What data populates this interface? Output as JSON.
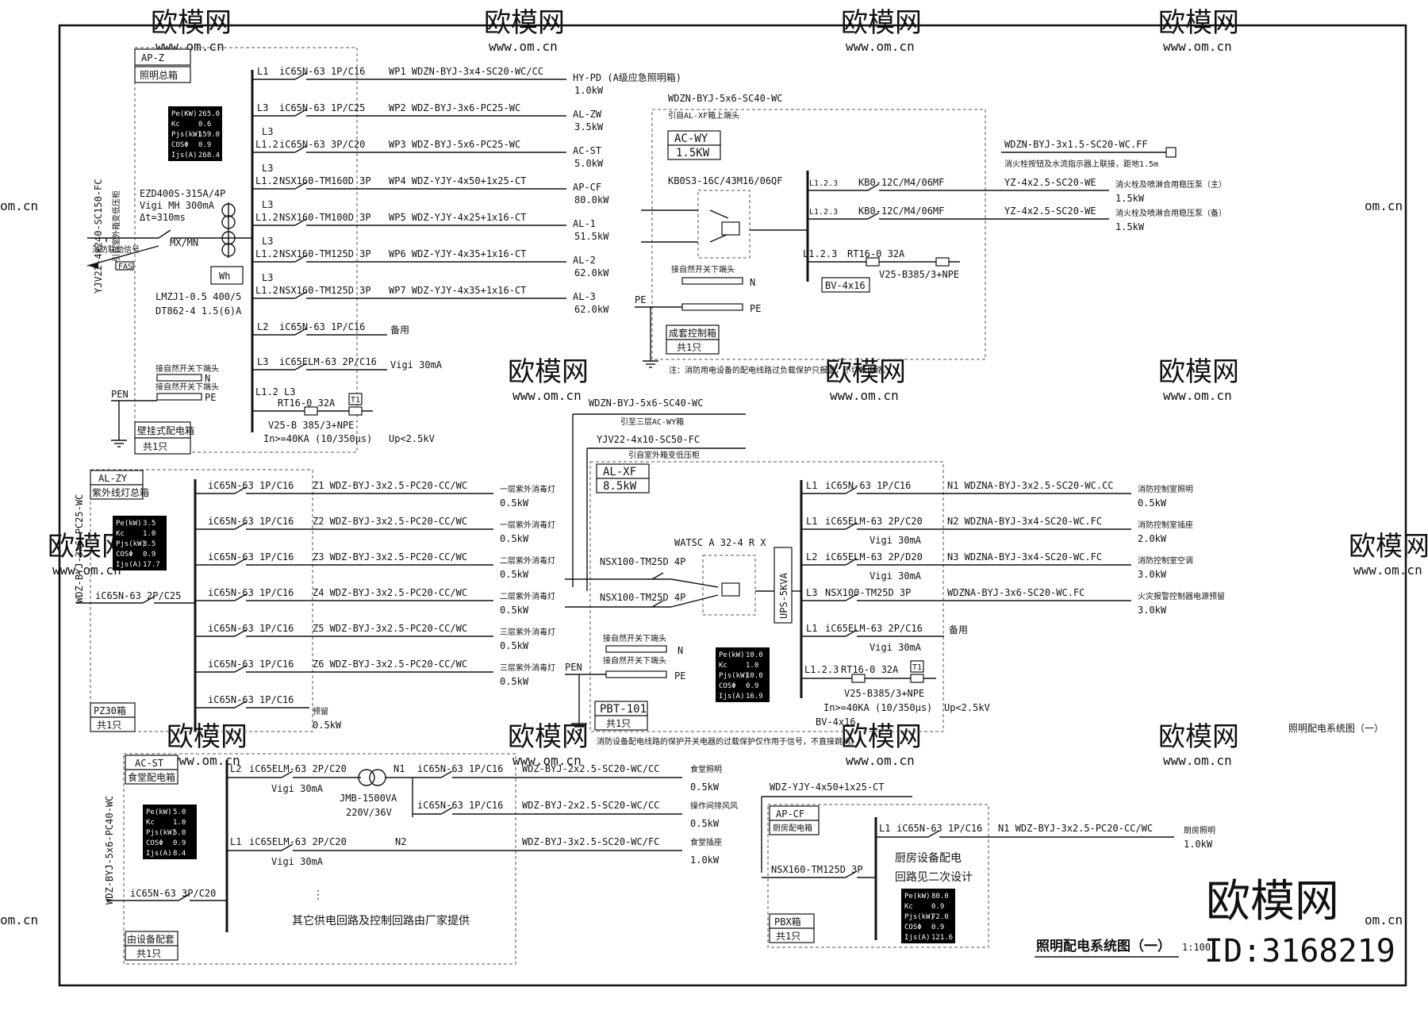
{
  "watermark": {
    "brand": "欧模网",
    "url": "www.om.cn",
    "url_short": "om.cn"
  },
  "logo": {
    "brand": "欧模网",
    "id": "ID:3168219"
  },
  "title_block": {
    "title": "照明配电系统图（一）",
    "scale": "1:100",
    "small_title": "照明配电系统图（一）"
  },
  "apz": {
    "code": "AP-Z",
    "name": "照明总箱",
    "incoming_cable": "YJV22-4x240-SC150-FC",
    "incoming_note": "引自室外箱变低压柜",
    "params": [
      [
        "Pe(KW)",
        "265.0"
      ],
      [
        "Kc",
        "0.6"
      ],
      [
        "Pjs(kW)",
        "159.0"
      ],
      [
        "COSΦ",
        "0.9"
      ],
      [
        "Ijs(A)",
        "268.4"
      ]
    ],
    "main_breaker": "EZD400S-315A/4P",
    "rcd": "Vigi MH 300mA",
    "delay": "Δt=310ms",
    "mxmn": "MX/MN",
    "wh": "Wh",
    "ct": "LMZJ1-0.5 400/5",
    "meter": "DT862-4 1.5(6)A",
    "fire_signal": "消防联动信号",
    "fas": "FAS",
    "n_term": "接自然开关下端头",
    "pe_term": "接自然开关下端头",
    "pen": "PEN",
    "n": "N",
    "pe": "PE",
    "box_note": "壁挂式配电箱",
    "qty": "共1只",
    "circuits": [
      {
        "phase": "L1",
        "breaker": "iC65N-63 1P/C16",
        "cable": "WP1 WDZN-BYJ-3x4-SC20-WC/CC",
        "dest": "HY-PD (A级应急照明箱)",
        "load": "1.0kW"
      },
      {
        "phase": "L3",
        "breaker": "iC65N-63 1P/C25",
        "cable": "WP2 WDZ-BYJ-3x6-PC25-WC",
        "dest": "AL-ZW",
        "load": "3.5kW"
      },
      {
        "phase": "L1.2 L3",
        "breaker": "iC65N-63 3P/C20",
        "cable": "WP3 WDZ-BYJ-5x6-PC25-WC",
        "dest": "AC-ST",
        "load": "5.0kW"
      },
      {
        "phase": "L1.2 L3",
        "breaker": "NSX160-TM160D 3P",
        "cable": "WP4 WDZ-YJY-4x50+1x25-CT",
        "dest": "AP-CF",
        "load": "80.0kW"
      },
      {
        "phase": "L1.2 L3",
        "breaker": "NSX160-TM100D 3P",
        "cable": "WP5 WDZ-YJY-4x25+1x16-CT",
        "dest": "AL-1",
        "load": "51.5kW"
      },
      {
        "phase": "L1.2 L3",
        "breaker": "NSX160-TM125D 3P",
        "cable": "WP6 WDZ-YJY-4x35+1x16-CT",
        "dest": "AL-2",
        "load": "62.0kW"
      },
      {
        "phase": "L1.2 L3",
        "breaker": "NSX160-TM125D 3P",
        "cable": "WP7 WDZ-YJY-4x35+1x16-CT",
        "dest": "AL-3",
        "load": "62.0kW"
      },
      {
        "phase": "L2",
        "breaker": "iC65N-63 1P/C16",
        "cable": "",
        "dest": "备用",
        "load": ""
      },
      {
        "phase": "L3",
        "breaker": "iC65ELM-63 2P/C16",
        "cable": "",
        "dest": "Vigi 30mA",
        "load": ""
      }
    ],
    "spd": {
      "phase": "L1.2 L3",
      "fuse": "RT16-0 32A",
      "t1": "T1",
      "model": "V25-B 385/3+NPE",
      "in": "In>=40KA (10/350μs)",
      "up": "Up<2.5kV"
    }
  },
  "acwy": {
    "cable_in": "WDZN-BYJ-5x6-SC40-WC",
    "cable_note": "引自AL-XF箱上端头",
    "code": "AC-WY",
    "power": "1.5KW",
    "ats": "KB0S3-16C/43M16/06QF",
    "n": "N",
    "pe": "PE",
    "pe_label": "PE",
    "term_note": "接自然开关下端头",
    "box_note": "成套控制箱",
    "qty": "共1只",
    "circuits": [
      {
        "phase": "",
        "device": "",
        "cable": "WDZN-BYJ-3x1.5-SC20-WC.FF",
        "dest": "",
        "note": "消火栓按钮及水流指示器上联接，距地1.5m",
        "load": ""
      },
      {
        "phase": "L1.2.3",
        "device": "KB0-12C/M4/06MF",
        "cable": "YZ-4x2.5-SC20-WE",
        "dest": "消火栓及喷淋合用稳压泵（主）",
        "load": "1.5kW"
      },
      {
        "phase": "L1.2.3",
        "device": "KB0-12C/M4/06MF",
        "cable": "YZ-4x2.5-SC20-WE",
        "dest": "消火栓及喷淋合用稳压泵（备）",
        "load": "1.5kW"
      }
    ],
    "spd": {
      "phase": "L1.2.3",
      "fuse": "RT16-0 32A",
      "model": "V25-B385/3+NPE",
      "bv": "BV-4x16"
    },
    "note": "注：消防用电设备的配电线路过负载保护只报警，不切断电路。"
  },
  "alxf": {
    "cable1": "WDZN-BYJ-5x6-SC40-WC",
    "cable1_note": "引至三层AC-WY箱",
    "cable2": "YJV22-4x10-SC50-FC",
    "cable2_note": "引自室外箱变低压柜",
    "code": "AL-XF",
    "power": "8.5kW",
    "in1": "NSX100-TM25D 4P",
    "in2": "NSX100-TM25D 4P",
    "ats": "WATSC A 32-4 R X",
    "ups": "UPS-5KVA",
    "params": [
      [
        "Pe(kW)",
        "10.0"
      ],
      [
        "Kc",
        "1.0"
      ],
      [
        "Pjs(kW)",
        "10.0"
      ],
      [
        "COSΦ",
        "0.9"
      ],
      [
        "Ijs(A)",
        "16.9"
      ]
    ],
    "pen": "PEN",
    "n": "N",
    "pe": "PE",
    "term_n": "接自然开关下端头",
    "term_pe": "接自然开关下端头",
    "box_code": "PBT-101",
    "qty": "共1只",
    "circuits": [
      {
        "phase": "L1",
        "breaker": "iC65N-63 1P/C16",
        "rcd": "",
        "cable": "N1 WDZNA-BYJ-3x2.5-SC20-WC.CC",
        "dest": "消防控制室照明",
        "load": "0.5kW"
      },
      {
        "phase": "L1",
        "breaker": "iC65ELM-63 2P/C20",
        "rcd": "Vigi 30mA",
        "cable": "N2 WDZNA-BYJ-3x4-SC20-WC.FC",
        "dest": "消防控制室插座",
        "load": "2.0kW"
      },
      {
        "phase": "L2",
        "breaker": "iC65ELM-63 2P/D20",
        "rcd": "Vigi 30mA",
        "cable": "N3 WDZNA-BYJ-3x4-SC20-WC.FC",
        "dest": "消防控制室空调",
        "load": "3.0kW"
      },
      {
        "phase": "L3",
        "breaker": "NSX100-TM25D 3P",
        "rcd": "",
        "cable": "WDZNA-BYJ-3x6-SC20-WC.FC",
        "dest": "火灾报警控制器电源预留",
        "load": "3.0kW"
      },
      {
        "phase": "L1",
        "breaker": "iC65ELM-63 2P/C16",
        "rcd": "Vigi 30mA",
        "cable": "",
        "dest": "备用",
        "load": ""
      }
    ],
    "spd": {
      "phase": "L1.2.3",
      "fuse": "RT16-0 32A",
      "t1": "T1",
      "model": "V25-B385/3+NPE",
      "in": "In>=40KA (10/350μs)",
      "up": "Up<2.5kV",
      "bv": "BV-4x16"
    },
    "note": "消防设备配电线路的保护开关电器的过载保护仅作用于信号，不直接跳闸。"
  },
  "alzy": {
    "code": "AL-ZY",
    "name": "紫外线灯总箱",
    "incoming_cable": "WDZ-BYJ-3x6-PC25-WC",
    "main_breaker": "iC65N-63 2P/C25",
    "params": [
      [
        "Pe(kW)",
        "3.5"
      ],
      [
        "Kc",
        "1.0"
      ],
      [
        "Pjs(kW)",
        "3.5"
      ],
      [
        "COSΦ",
        "0.9"
      ],
      [
        "Ijs(A)",
        "17.7"
      ]
    ],
    "box_code": "PZ30箱",
    "qty": "共1只",
    "circuits": [
      {
        "breaker": "iC65N-63 1P/C16",
        "cable": "Z1 WDZ-BYJ-3x2.5-PC20-CC/WC",
        "dest": "一层紫外消毒灯",
        "load": "0.5kW"
      },
      {
        "breaker": "iC65N-63 1P/C16",
        "cable": "Z2 WDZ-BYJ-3x2.5-PC20-CC/WC",
        "dest": "一层紫外消毒灯",
        "load": "0.5kW"
      },
      {
        "breaker": "iC65N-63 1P/C16",
        "cable": "Z3 WDZ-BYJ-3x2.5-PC20-CC/WC",
        "dest": "二层紫外消毒灯",
        "load": "0.5kW"
      },
      {
        "breaker": "iC65N-63 1P/C16",
        "cable": "Z4 WDZ-BYJ-3x2.5-PC20-CC/WC",
        "dest": "二层紫外消毒灯",
        "load": "0.5kW"
      },
      {
        "breaker": "iC65N-63 1P/C16",
        "cable": "Z5 WDZ-BYJ-3x2.5-PC20-CC/WC",
        "dest": "三层紫外消毒灯",
        "load": "0.5kW"
      },
      {
        "breaker": "iC65N-63 1P/C16",
        "cable": "Z6 WDZ-BYJ-3x2.5-PC20-CC/WC",
        "dest": "三层紫外消毒灯",
        "load": "0.5kW"
      },
      {
        "breaker": "iC65N-63 1P/C16",
        "cable": "",
        "dest": "预留",
        "load": "0.5kW"
      }
    ]
  },
  "acst": {
    "code": "AC-ST",
    "name": "食堂配电箱",
    "incoming_cable": "WDZ-BYJ-5x6-PC40-WC",
    "main_breaker": "iC65N-63 3P/C20",
    "params": [
      [
        "Pe(kW)",
        "5.0"
      ],
      [
        "Kc",
        "1.0"
      ],
      [
        "Pjs(kW)",
        "5.0"
      ],
      [
        "COSΦ",
        "0.9"
      ],
      [
        "Ijs(A)",
        "8.4"
      ]
    ],
    "transformer": "JMB-1500VA",
    "voltage": "220V/36V",
    "n1": "N1",
    "n2": "N2",
    "dots": "⋮",
    "note": "其它供电回路及控制回路由厂家提供",
    "box_code": "由设备配套",
    "qty": "共1只",
    "circuits": [
      {
        "phase": "L2",
        "breaker": "iC65ELM-63 2P/C20",
        "rcd": "Vigi 30mA",
        "sub": "iC65N-63 1P/C16",
        "cable": "WDZ-BYJ-2x2.5-SC20-WC/CC",
        "dest": "食堂照明",
        "load": "0.5kW"
      },
      {
        "phase": "",
        "breaker": "",
        "rcd": "",
        "sub": "iC65N-63 1P/C16",
        "cable": "WDZ-BYJ-2x2.5-SC20-WC/CC",
        "dest": "操作间排风风",
        "load": "0.5kW"
      },
      {
        "phase": "L1",
        "breaker": "iC65ELM-63 2P/C20",
        "rcd": "Vigi 30mA",
        "sub": "",
        "cable": "WDZ-BYJ-3x2.5-SC20-WC/FC",
        "dest": "食堂插座",
        "load": "1.0kW"
      }
    ]
  },
  "apcf": {
    "cable_in": "WDZ-YJY-4x50+1x25-CT",
    "code": "AP-CF",
    "name": "厨房配电箱",
    "main_breaker": "NSX160-TM125D 3P",
    "circuit": {
      "phase": "L1",
      "breaker": "iC65N-63 1P/C16",
      "cable": "N1 WDZ-BYJ-3x2.5-PC20-CC/WC",
      "dest": "厨房照明",
      "load": "1.0kW"
    },
    "note1": "厨房设备配电",
    "note2": "回路见二次设计",
    "params": [
      [
        "Pe(kW)",
        "80.0"
      ],
      [
        "Kc",
        "0.9"
      ],
      [
        "Pjs(kW)",
        "72.0"
      ],
      [
        "COSΦ",
        "0.9"
      ],
      [
        "Ijs(A)",
        "121.6"
      ]
    ],
    "box_code": "PBX箱",
    "qty": "共1只"
  }
}
